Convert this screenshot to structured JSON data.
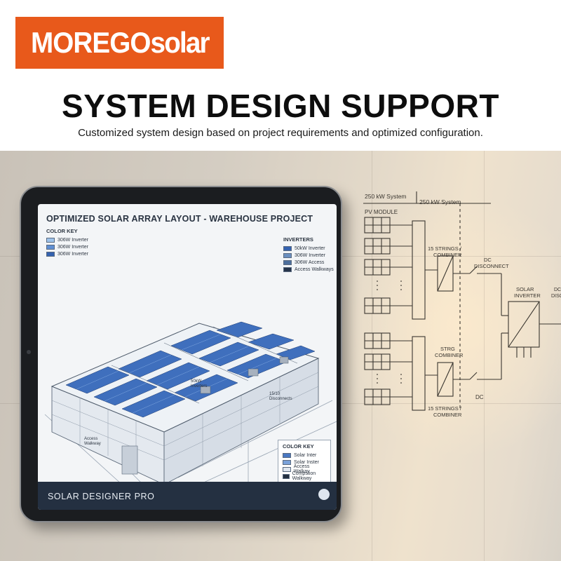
{
  "header": {
    "brand_upper": "MOREGO",
    "brand_lower": "solar",
    "headline": "SYSTEM DESIGN SUPPORT",
    "subline": "Customized system design based on project requirements and optimized configuration."
  },
  "colors": {
    "brand": "#e8591b",
    "tablet_footer": "#243041",
    "panel_blue": "#3f6fbd"
  },
  "tablet": {
    "title": "OPTIMIZED SOLAR ARRAY LAYOUT - WAREHOUSE PROJECT",
    "color_key": {
      "title": "COLOR KEY",
      "items": [
        "306W Inverter",
        "306W Inverter",
        "306W Inverter"
      ]
    },
    "inverters_key": {
      "title": "INVERTERS",
      "items": [
        "50kW Inverter",
        "306W Inverter",
        "306W Access",
        "Access Walkways"
      ]
    },
    "labels": {
      "inverter": "50kW\nInverters",
      "access": "Access\nWalkway",
      "disconnect": "15/10\nDisconnects"
    },
    "bottom_key": {
      "title": "COLOR KEY",
      "items": [
        "Solar Inter",
        "Solar Inster",
        "Access Walkay",
        "Compstion Walkway"
      ]
    },
    "footer": "SOLAR DESIGNER PRO"
  },
  "sketch": {
    "system_a": "250 kW System",
    "system_b": "250 kW System",
    "pv_module": "PV MODULE",
    "strings_top": "15 STRINGS /\nCOMBINER",
    "dc_disconnect": "DC\nDISCONNECT",
    "solar_inverter": "SOLAR\nINVERTER",
    "strg_combiner": "STRG\nCOMBINER",
    "dc": "DC",
    "strings_bottom": "15 STRINGS /\nCOMBINER",
    "edge_label": "DC\nDISCON"
  }
}
